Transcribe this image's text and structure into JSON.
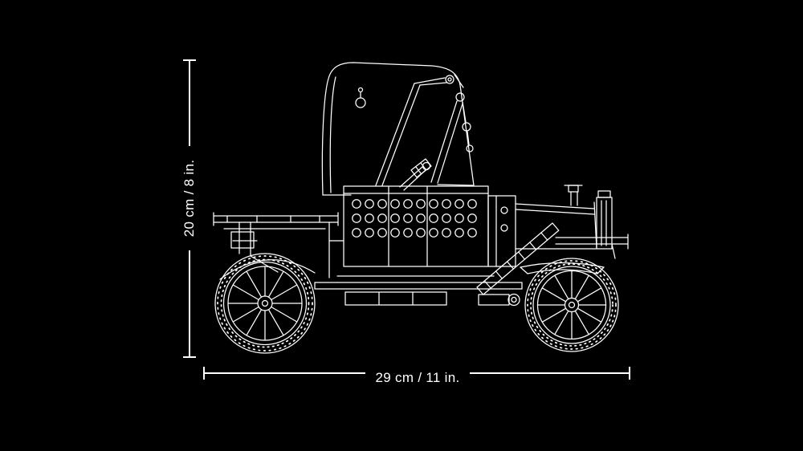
{
  "colors": {
    "background": "#000000",
    "line": "#ffffff"
  },
  "dimension_annotations": {
    "height": {
      "label": "20 cm / 8 in."
    },
    "width": {
      "label": "29 cm / 11 in."
    }
  },
  "illustration": {
    "name": "vintage-car-blueprint"
  }
}
